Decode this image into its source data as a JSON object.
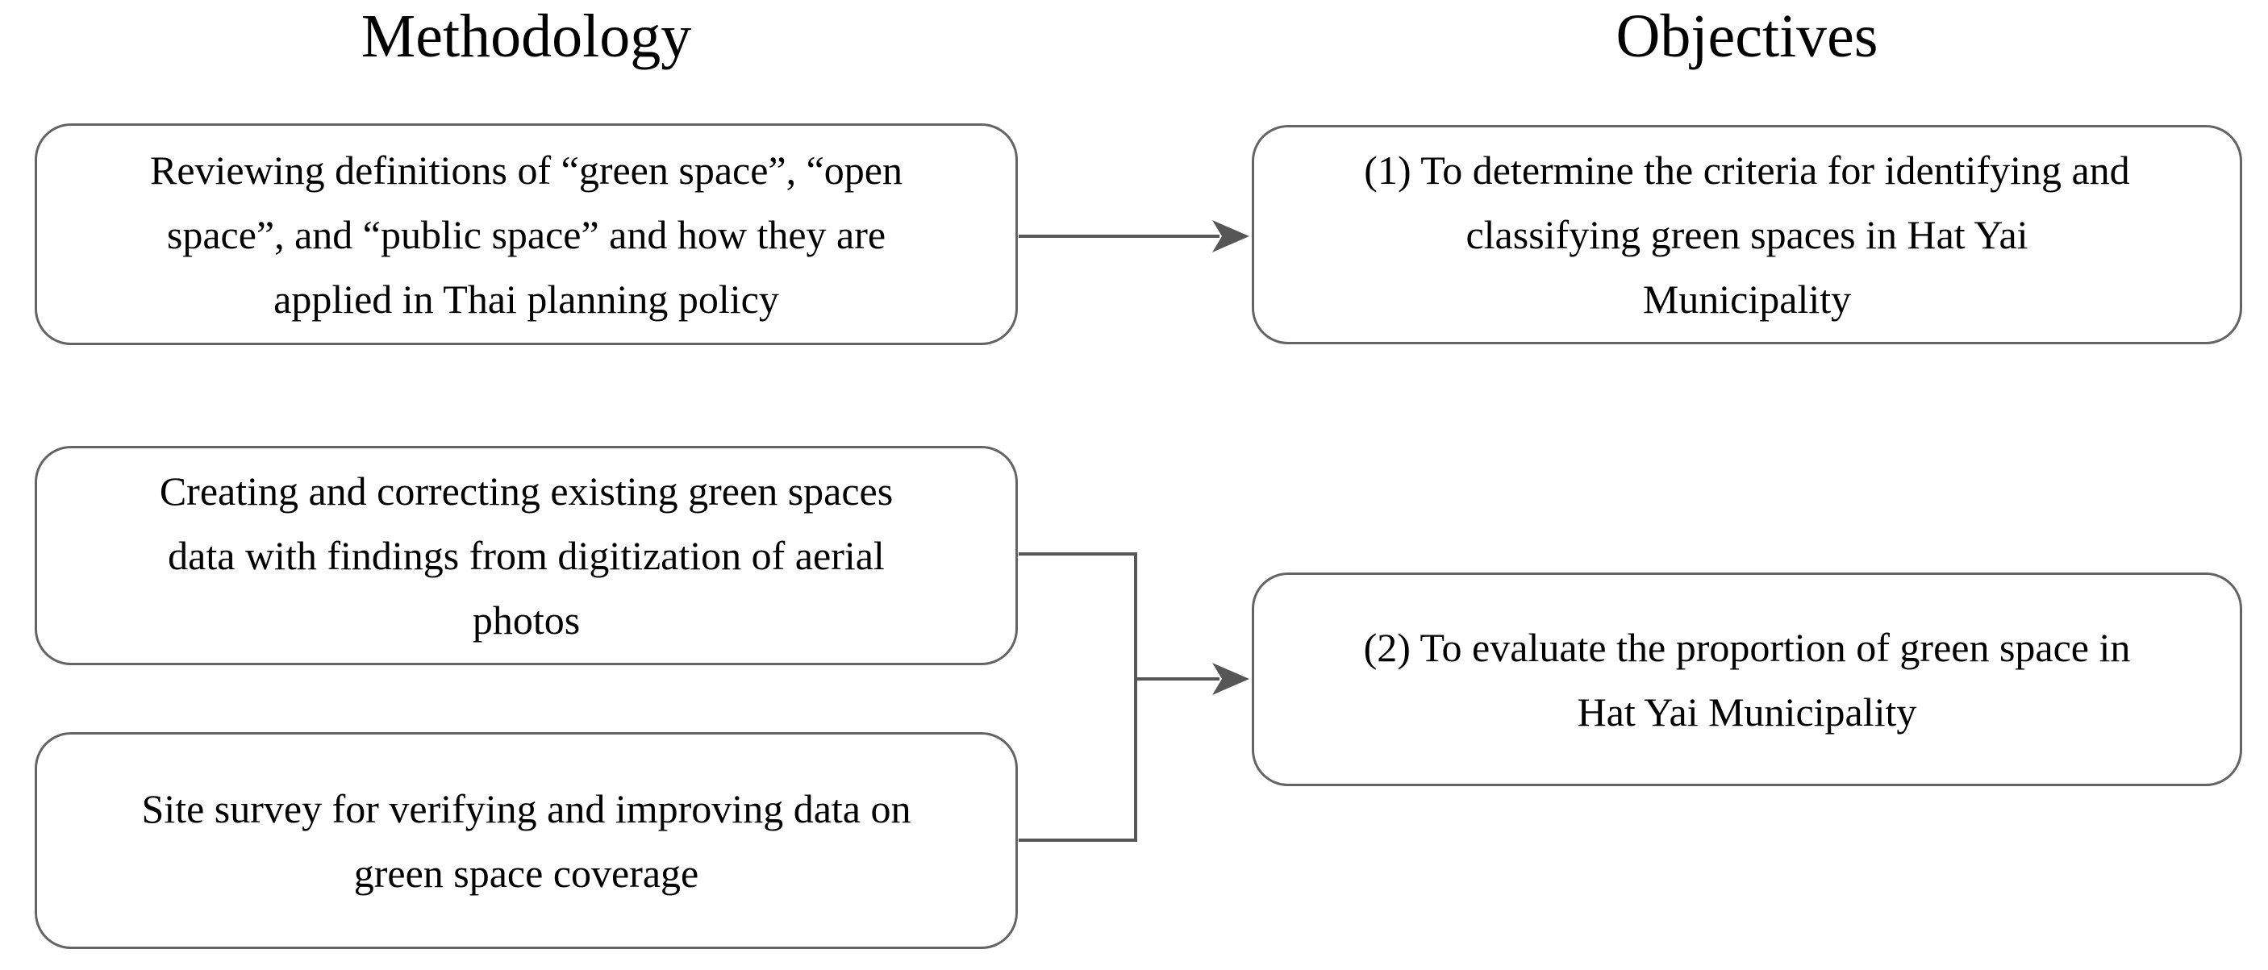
{
  "titles": {
    "methodology": "Methodology",
    "objectives": "Objectives"
  },
  "methodology": {
    "boxes": [
      {
        "text": "Reviewing definitions of “green space”, “open\nspace”, and “public space” and how they are\napplied in Thai planning policy"
      },
      {
        "text": "Creating and correcting existing green spaces\ndata with findings from digitization of aerial\nphotos"
      },
      {
        "text": "Site survey for verifying and improving data on\ngreen space coverage"
      }
    ]
  },
  "objectives": {
    "boxes": [
      {
        "text": "(1) To determine the criteria for identifying and\nclassifying green spaces in Hat Yai\nMunicipality"
      },
      {
        "text": "(2) To evaluate the proportion of green space in\nHat Yai Municipality"
      }
    ]
  },
  "colors": {
    "text": "#000000",
    "box_border": "#646464",
    "connector": "#565656",
    "background": "#ffffff"
  }
}
